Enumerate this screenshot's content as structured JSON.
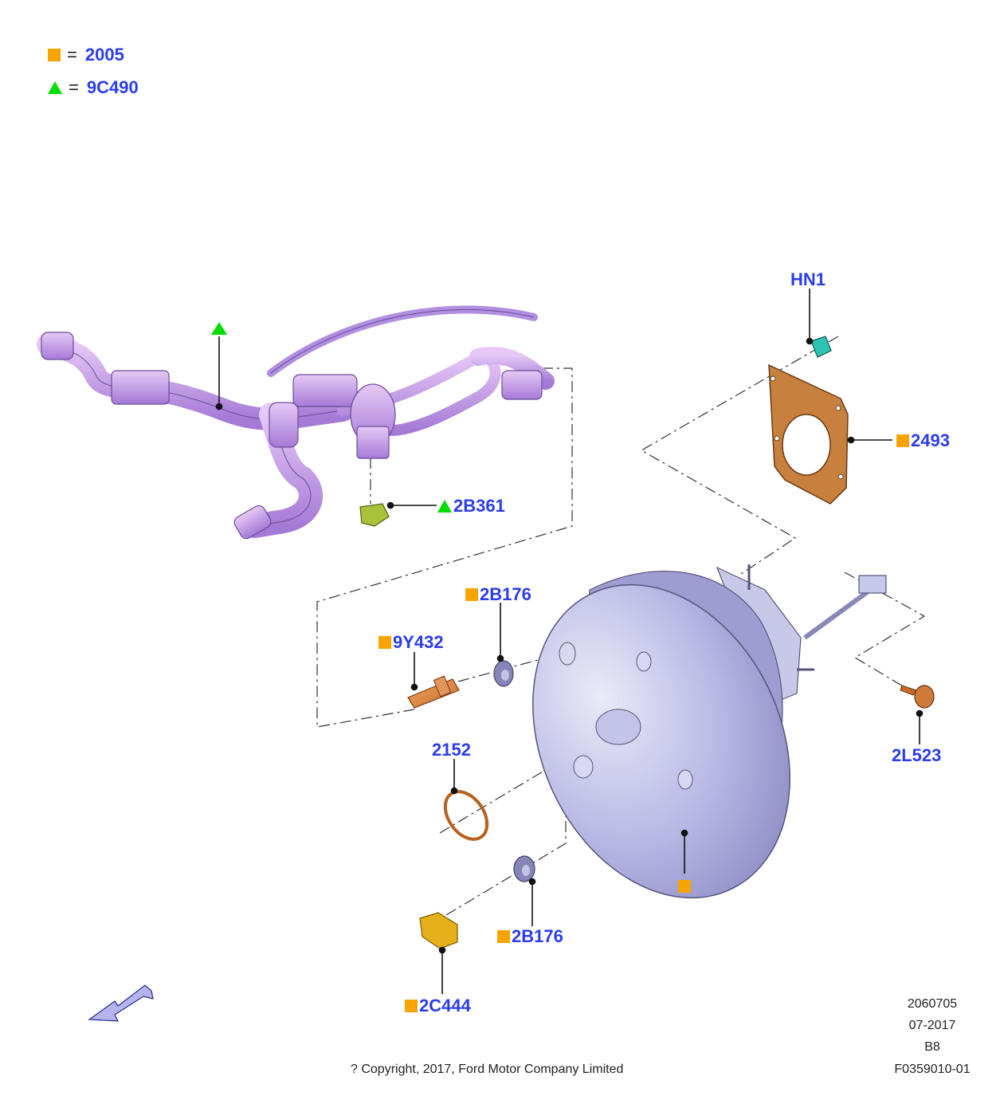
{
  "legend": [
    {
      "marker": "square",
      "code": "2005"
    },
    {
      "marker": "triangle",
      "code": "9C490"
    }
  ],
  "colors": {
    "square": "#f7a400",
    "triangle": "#00dd00",
    "label": "#2a3cf0"
  },
  "callouts": {
    "hn1": "HN1",
    "p2493": "2493",
    "p2b361": "2B361",
    "p2b176a": "2B176",
    "p9y432": "9Y432",
    "p2152": "2152",
    "p2l523": "2L523",
    "p2b176b": "2B176",
    "p2c444": "2C444"
  },
  "meta": {
    "code1": "2060705",
    "date": "07-2017",
    "rev": "B8",
    "figure": "F0359010-01",
    "copyright": "? Copyright, 2017, Ford Motor Company Limited"
  },
  "icons": {
    "view_arrow": "view-direction-arrow-icon"
  }
}
